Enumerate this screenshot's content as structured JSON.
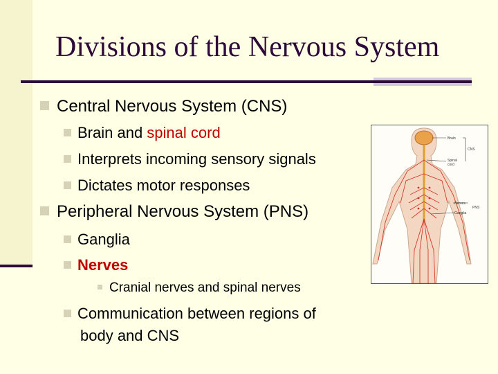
{
  "title": "Divisions of the Nervous System",
  "colors": {
    "background": "#ffffe5",
    "title": "#2d0a3a",
    "highlight": "#c00000",
    "bullet": "#d6d2b8"
  },
  "cns": {
    "heading": "Central Nervous System (CNS)",
    "items": [
      {
        "text_plain": "Brain and ",
        "text_highlight": "spinal cord"
      },
      {
        "text_plain": "Interprets incoming sensory signals"
      },
      {
        "text_plain": "Dictates motor responses"
      }
    ]
  },
  "pns": {
    "heading": "Peripheral Nervous System (PNS)",
    "items": [
      {
        "text_plain": "Ganglia"
      },
      {
        "text_highlight": "Nerves",
        "sub": "Cranial nerves and spinal nerves"
      },
      {
        "text_plain": "Communication between regions of",
        "text_plain_2": "body and CNS"
      }
    ]
  },
  "figure": {
    "labels": {
      "brain": "Brain",
      "cns": "CNS",
      "spinal_cord_1": "Spinal",
      "spinal_cord_2": "cord",
      "nerves": "Nerves",
      "pns": "PNS",
      "ganglia": "Ganglia"
    }
  }
}
